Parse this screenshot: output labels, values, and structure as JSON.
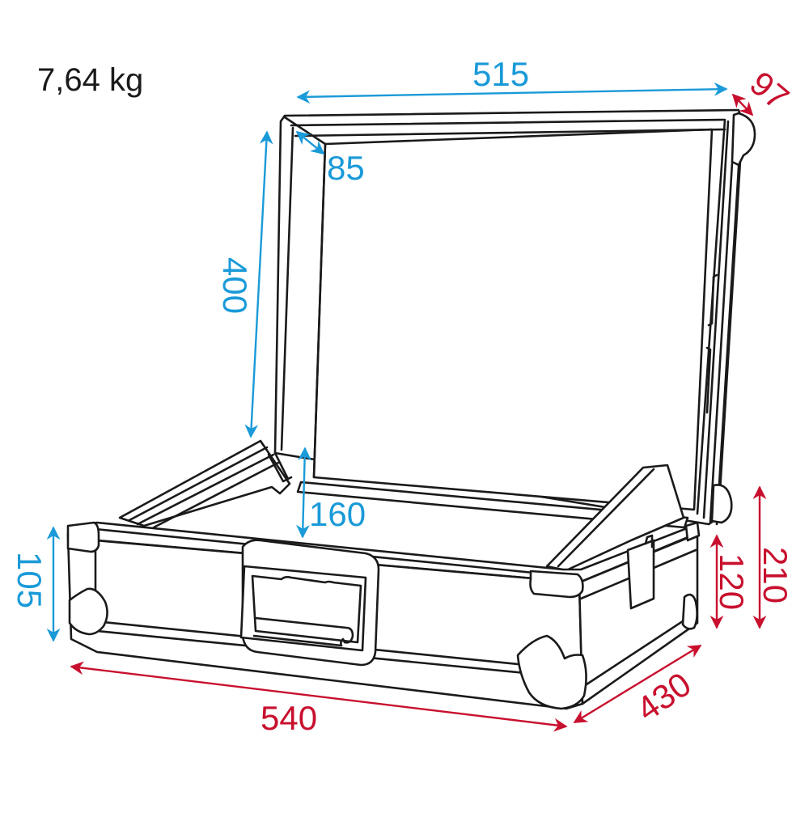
{
  "diagram": {
    "subject": "flight case, lid open",
    "weight": "7,64 kg",
    "colors": {
      "outline": "#1a1a1a",
      "blue_dimension": "#1a9ad8",
      "red_dimension": "#c8102e",
      "background": "#ffffff"
    },
    "dimensions_blue": {
      "lid_width": "515",
      "lid_frame_depth": "85",
      "lid_height": "400",
      "interior_depth": "160",
      "base_front_height": "105"
    },
    "dimensions_red": {
      "lid_depth": "97",
      "base_side_height": "120",
      "total_height": "210",
      "total_width": "540",
      "total_depth": "430"
    }
  }
}
